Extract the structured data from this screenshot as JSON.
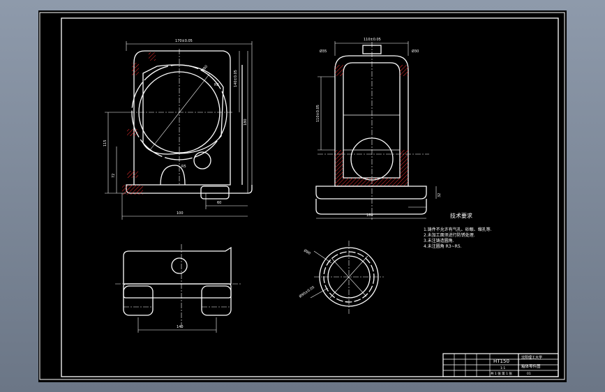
{
  "drawing": {
    "colors": {
      "viewport_bg": "#7d8898",
      "sheet_bg": "#000000",
      "line": "#ffffff",
      "hatch": "#ff3030",
      "dim": "#ffffff"
    },
    "front_view": {
      "dims": [
        "170±0.05",
        "140±0.05",
        "180",
        "115",
        "72",
        "Ø80",
        "100",
        "60",
        "R8",
        "R5"
      ]
    },
    "side_view": {
      "dims": [
        "110±0.05",
        "Ø35",
        "Ø30",
        "110±0.05",
        "32",
        "160"
      ]
    },
    "top_view": {
      "dims": [
        "140"
      ]
    },
    "circle_view": {
      "dims": [
        "Ø80",
        "Ø90±0.05"
      ]
    },
    "tech_requirements": {
      "title": "技术要求",
      "items": [
        "1.铸件不允许有气孔、砂眼、缩孔等.",
        "2.未加工面须进行防锈处理.",
        "3.未注铸造圆角.",
        "4.未注圆角 R3~R5."
      ]
    },
    "title_block": {
      "material": "HT150",
      "school": "沈阳理工大学",
      "part_name": "箱体零件图",
      "scale": "1:1",
      "sheet": "共 1 张  第 1 张",
      "mark": "01"
    }
  }
}
